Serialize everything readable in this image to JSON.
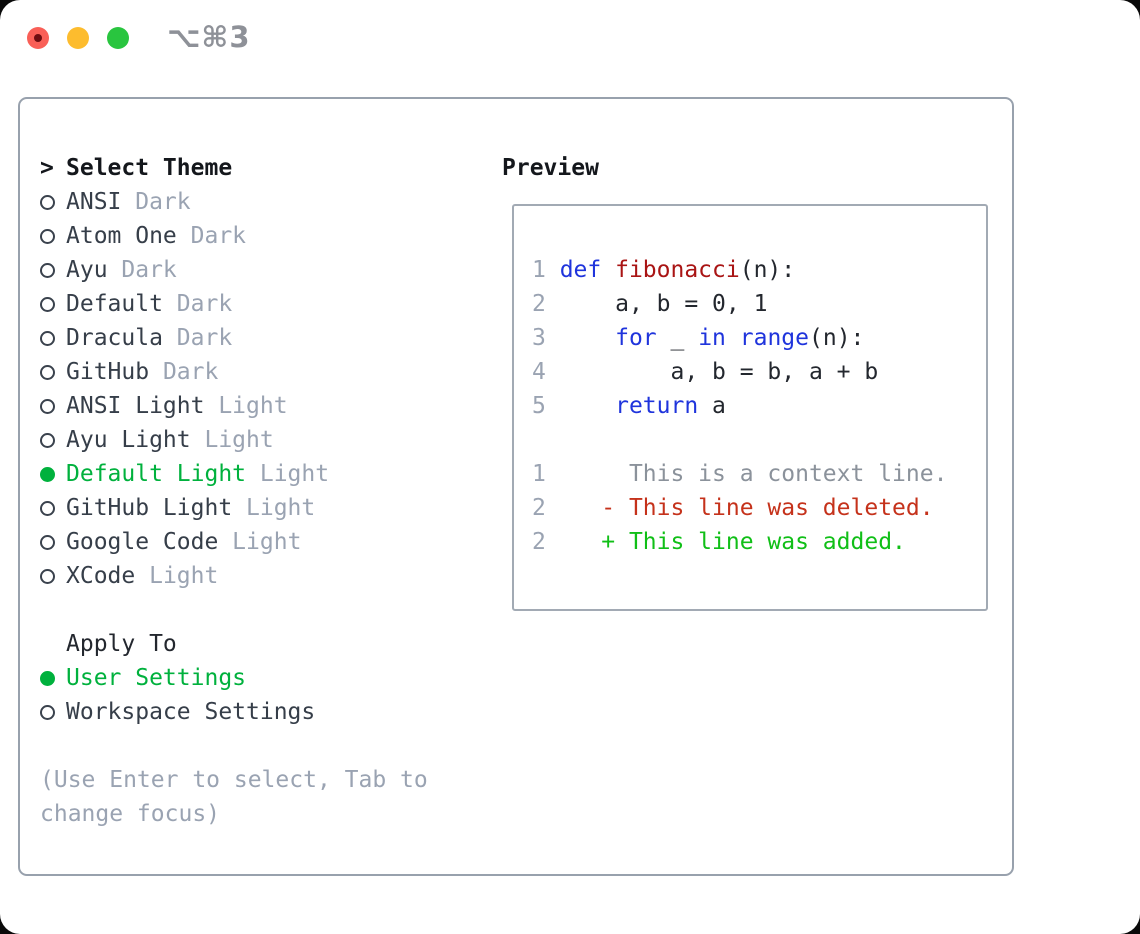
{
  "window": {
    "title": "⌥⌘3",
    "traffic_lights": [
      {
        "name": "close",
        "color": "#f95f57",
        "has_inner_dot": true,
        "inner_dot_color": "#6d0d11"
      },
      {
        "name": "minimize",
        "color": "#fdbc2e",
        "has_inner_dot": false
      },
      {
        "name": "zoom",
        "color": "#29c53f",
        "has_inner_dot": false
      }
    ]
  },
  "theme_select": {
    "cursor": ">",
    "title": "Select Theme",
    "items": [
      {
        "name": "ANSI",
        "variant": "Dark",
        "selected": false
      },
      {
        "name": "Atom One",
        "variant": "Dark",
        "selected": false
      },
      {
        "name": "Ayu",
        "variant": "Dark",
        "selected": false
      },
      {
        "name": "Default",
        "variant": "Dark",
        "selected": false
      },
      {
        "name": "Dracula",
        "variant": "Dark",
        "selected": false
      },
      {
        "name": "GitHub",
        "variant": "Dark",
        "selected": false
      },
      {
        "name": "ANSI Light",
        "variant": "Light",
        "selected": false
      },
      {
        "name": "Ayu Light",
        "variant": "Light",
        "selected": false
      },
      {
        "name": "Default Light",
        "variant": "Light",
        "selected": true
      },
      {
        "name": "GitHub Light",
        "variant": "Light",
        "selected": false
      },
      {
        "name": "Google Code",
        "variant": "Light",
        "selected": false
      },
      {
        "name": "XCode",
        "variant": "Light",
        "selected": false
      }
    ]
  },
  "apply_to": {
    "title": "Apply To",
    "options": [
      {
        "name": "User Settings",
        "selected": true
      },
      {
        "name": "Workspace Settings",
        "selected": false
      }
    ]
  },
  "help_text": "(Use Enter to select, Tab to change focus)",
  "preview": {
    "title": "Preview",
    "lines": [
      {
        "segments": [
          {
            "text": "1 ",
            "class": "ln"
          },
          {
            "text": "def ",
            "class": "kw"
          },
          {
            "text": "fibonacci",
            "class": "fn"
          },
          {
            "text": "(n):",
            "class": "pl"
          }
        ]
      },
      {
        "segments": [
          {
            "text": "2 ",
            "class": "ln"
          },
          {
            "text": "    a, b = 0, 1",
            "class": "pl"
          }
        ]
      },
      {
        "segments": [
          {
            "text": "3 ",
            "class": "ln"
          },
          {
            "text": "    ",
            "class": "pl"
          },
          {
            "text": "for",
            "class": "kw"
          },
          {
            "text": " _ ",
            "class": "pl"
          },
          {
            "text": "in",
            "class": "kw"
          },
          {
            "text": " ",
            "class": "pl"
          },
          {
            "text": "range",
            "class": "kw"
          },
          {
            "text": "(n):",
            "class": "pl"
          }
        ]
      },
      {
        "segments": [
          {
            "text": "4 ",
            "class": "ln"
          },
          {
            "text": "        a, b = b, a + b",
            "class": "pl"
          }
        ]
      },
      {
        "segments": [
          {
            "text": "5 ",
            "class": "ln"
          },
          {
            "text": "    ",
            "class": "pl"
          },
          {
            "text": "return",
            "class": "kw"
          },
          {
            "text": " a",
            "class": "pl"
          }
        ]
      },
      {
        "segments": []
      },
      {
        "segments": [
          {
            "text": "1",
            "class": "ln"
          },
          {
            "text": "      This is a context line.",
            "class": "ctx"
          }
        ]
      },
      {
        "segments": [
          {
            "text": "2",
            "class": "ln"
          },
          {
            "text": "    ",
            "class": "pl"
          },
          {
            "text": "- This line was deleted.",
            "class": "del"
          }
        ]
      },
      {
        "segments": [
          {
            "text": "2",
            "class": "ln"
          },
          {
            "text": "    ",
            "class": "pl"
          },
          {
            "text": "+ This line was added.",
            "class": "add"
          }
        ]
      }
    ]
  },
  "colors": {
    "selection_green": "#00b13d",
    "added_green": "#10bf17",
    "deleted_red": "#c5321b",
    "keyword_blue": "#1f34dc",
    "function_red": "#a91414",
    "muted_gray": "#9aa3b2",
    "context_gray": "#8b929b",
    "text_dark": "#363e49",
    "heading_black": "#14171c",
    "border_gray": "#98a1ad"
  }
}
